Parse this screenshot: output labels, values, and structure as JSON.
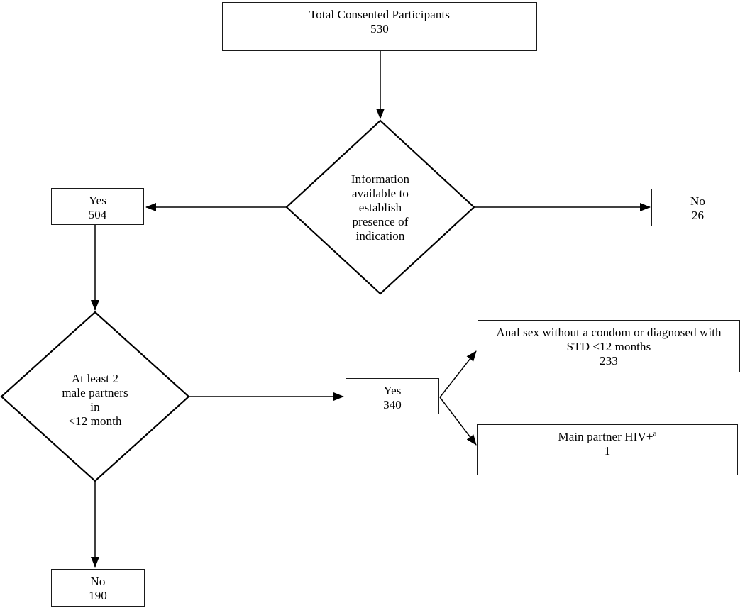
{
  "nodes": {
    "total": {
      "label": "Total Consented Participants",
      "value": "530"
    },
    "indication_decision": {
      "label": "Information\navailable to\nestablish\npresence of\nindication"
    },
    "indication_yes": {
      "label": "Yes",
      "value": "504"
    },
    "indication_no": {
      "label": "No",
      "value": "26"
    },
    "partners_decision": {
      "label": "At least 2\nmale partners\nin\n<12 month"
    },
    "partners_yes": {
      "label": "Yes",
      "value": "340"
    },
    "outcome_std": {
      "label": "Anal sex without a condom or diagnosed with\nSTD <12 months",
      "value": "233"
    },
    "outcome_hiv": {
      "label": "Main partner HIV+",
      "sup": "a",
      "value": "1"
    },
    "partners_no": {
      "label": "No",
      "value": "190"
    }
  },
  "colors": {
    "line": "#000000",
    "border": "#1a1a1a",
    "background": "#ffffff"
  }
}
